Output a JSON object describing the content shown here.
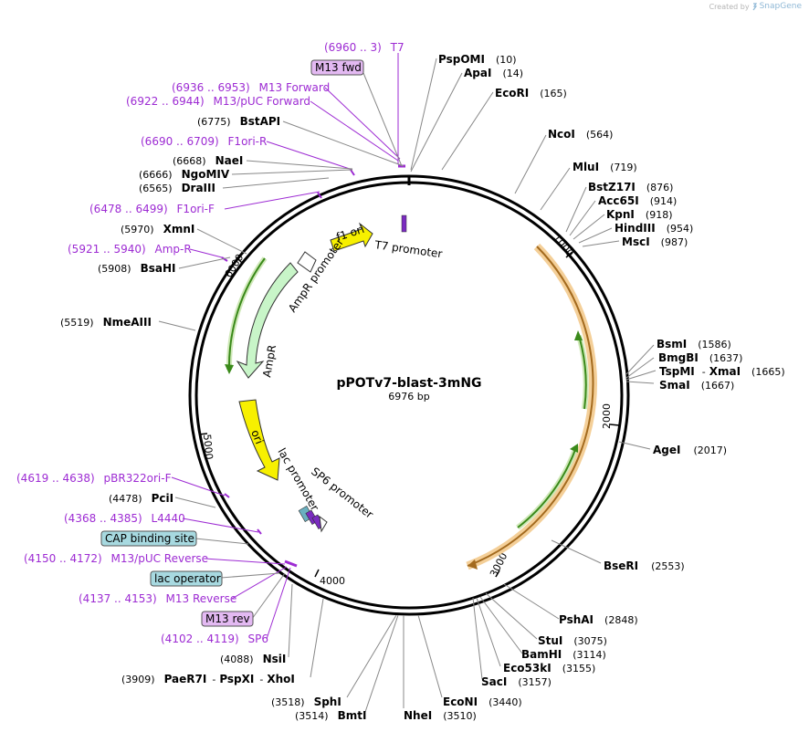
{
  "credit": {
    "created_by": "Created by",
    "brand": "SnapGene"
  },
  "map": {
    "name": "pPOTv7-blast-3mNG",
    "size_label": "6976 bp"
  },
  "ticks": [
    "1000",
    "2000",
    "3000",
    "4000",
    "5000",
    "6000"
  ],
  "features": [
    {
      "range": "(6960 .. 3)",
      "name": "T7"
    },
    {
      "range": "(6936 .. 6953)",
      "name": "M13 Forward"
    },
    {
      "range": "(6922 .. 6944)",
      "name": "M13/pUC Forward"
    },
    {
      "range": "(6690 .. 6709)",
      "name": "F1ori-R"
    },
    {
      "range": "(6478 .. 6499)",
      "name": "F1ori-F"
    },
    {
      "range": "(5921 .. 5940)",
      "name": "Amp-R"
    },
    {
      "range": "(4619 .. 4638)",
      "name": "pBR322ori-F"
    },
    {
      "range": "(4368 .. 4385)",
      "name": "L4440"
    },
    {
      "range": "(4150 .. 4172)",
      "name": "M13/pUC Reverse"
    },
    {
      "range": "(4137 .. 4153)",
      "name": "M13 Reverse"
    },
    {
      "range": "(4102 .. 4119)",
      "name": "SP6"
    }
  ],
  "boxes": [
    {
      "name": "M13 fwd",
      "color": "#e3b9f2"
    },
    {
      "name": "CAP binding site",
      "color": "#a7d9e0"
    },
    {
      "name": "lac operator",
      "color": "#a7d9e0"
    },
    {
      "name": "M13 rev",
      "color": "#e3b9f2"
    }
  ],
  "sites_right": [
    {
      "name": "PspOMI",
      "pos": "(10)"
    },
    {
      "name": "ApaI",
      "pos": "(14)"
    },
    {
      "name": "EcoRI",
      "pos": "(165)"
    },
    {
      "name": "NcoI",
      "pos": "(564)"
    },
    {
      "name": "MluI",
      "pos": "(719)"
    },
    {
      "name": "BstZ17I",
      "pos": "(876)"
    },
    {
      "name": "Acc65I",
      "pos": "(914)"
    },
    {
      "name": "KpnI",
      "pos": "(918)"
    },
    {
      "name": "HindIII",
      "pos": "(954)"
    },
    {
      "name": "MscI",
      "pos": "(987)"
    },
    {
      "name": "BsmI",
      "pos": "(1586)"
    },
    {
      "name": "BmgBI",
      "pos": "(1637)"
    },
    {
      "name": "TspMI",
      "sep": "-",
      "name2": "XmaI",
      "pos": "(1665)"
    },
    {
      "name": "SmaI",
      "pos": "(1667)"
    },
    {
      "name": "AgeI",
      "pos": "(2017)"
    },
    {
      "name": "BseRI",
      "pos": "(2553)"
    },
    {
      "name": "PshAI",
      "pos": "(2848)"
    },
    {
      "name": "StuI",
      "pos": "(3075)"
    },
    {
      "name": "BamHI",
      "pos": "(3114)"
    },
    {
      "name": "Eco53kI",
      "pos": "(3155)"
    },
    {
      "name": "SacI",
      "pos": "(3157)"
    },
    {
      "name": "EcoNI",
      "pos": "(3440)"
    },
    {
      "name": "NheI",
      "pos": "(3510)"
    }
  ],
  "sites_left": [
    {
      "name": "BstAPI",
      "pos": "(6775)"
    },
    {
      "name": "NaeI",
      "pos": "(6668)"
    },
    {
      "name": "NgoMIV",
      "pos": "(6666)"
    },
    {
      "name": "DraIII",
      "pos": "(6565)"
    },
    {
      "name": "XmnI",
      "pos": "(5970)"
    },
    {
      "name": "BsaHI",
      "pos": "(5908)"
    },
    {
      "name": "NmeAIII",
      "pos": "(5519)"
    },
    {
      "name": "PciI",
      "pos": "(4478)"
    },
    {
      "name": "NsiI",
      "pos": "(4088)"
    },
    {
      "name": "PaeR7I",
      "sep": "-",
      "name2": "PspXI",
      "sep2": "-",
      "name3": "XhoI",
      "pos": "(3909)"
    },
    {
      "name": "SphI",
      "pos": "(3518)"
    },
    {
      "name": "BmtI",
      "pos": "(3514)"
    }
  ],
  "arrows": [
    {
      "name": "f1 ori",
      "color": "#f7f000"
    },
    {
      "name": "T7 promoter",
      "color": "#ffffff"
    },
    {
      "name": "AmpR promoter",
      "color": "#ffffff"
    },
    {
      "name": "AmpR",
      "color": "#c8f5c8"
    },
    {
      "name": "ori",
      "color": "#f7f000"
    },
    {
      "name": "lac promoter",
      "color": "#ffffff"
    },
    {
      "name": "SP6 promoter",
      "color": "#ffffff"
    }
  ],
  "colors": {
    "primer": "#9d2bd3",
    "cds": "#e89a3c",
    "green_feature": "#3a8a1a",
    "ring": "#000000"
  }
}
